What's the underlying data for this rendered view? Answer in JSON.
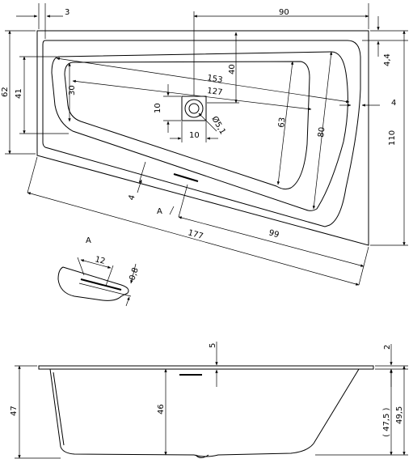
{
  "top_view": {
    "dims": {
      "wall_offset": "3",
      "right_width": "90",
      "rim_right": "4,4",
      "outlet_right": "4",
      "total_depth": "110",
      "left_depth": "62",
      "inner_left_depth": "41",
      "inner_left_small": "30",
      "diag_153": "153",
      "diag_127": "127",
      "drain_depth": "40",
      "drain_size": "10",
      "drain_offset": "10",
      "drain_diam": "Ø5,1",
      "inner_63": "63",
      "inner_80": "80",
      "front_edge": "4",
      "section_mark": "A",
      "total_length": "177",
      "partial_length": "99"
    }
  },
  "detail_a": {
    "label": "A",
    "width": "12",
    "thickness": "0,8"
  },
  "side_view": {
    "top_gap": "5",
    "rim": "2",
    "height_total": "47",
    "inner_depth": "46",
    "height_paren": "( 47,5 )",
    "height_right": "49,5"
  }
}
